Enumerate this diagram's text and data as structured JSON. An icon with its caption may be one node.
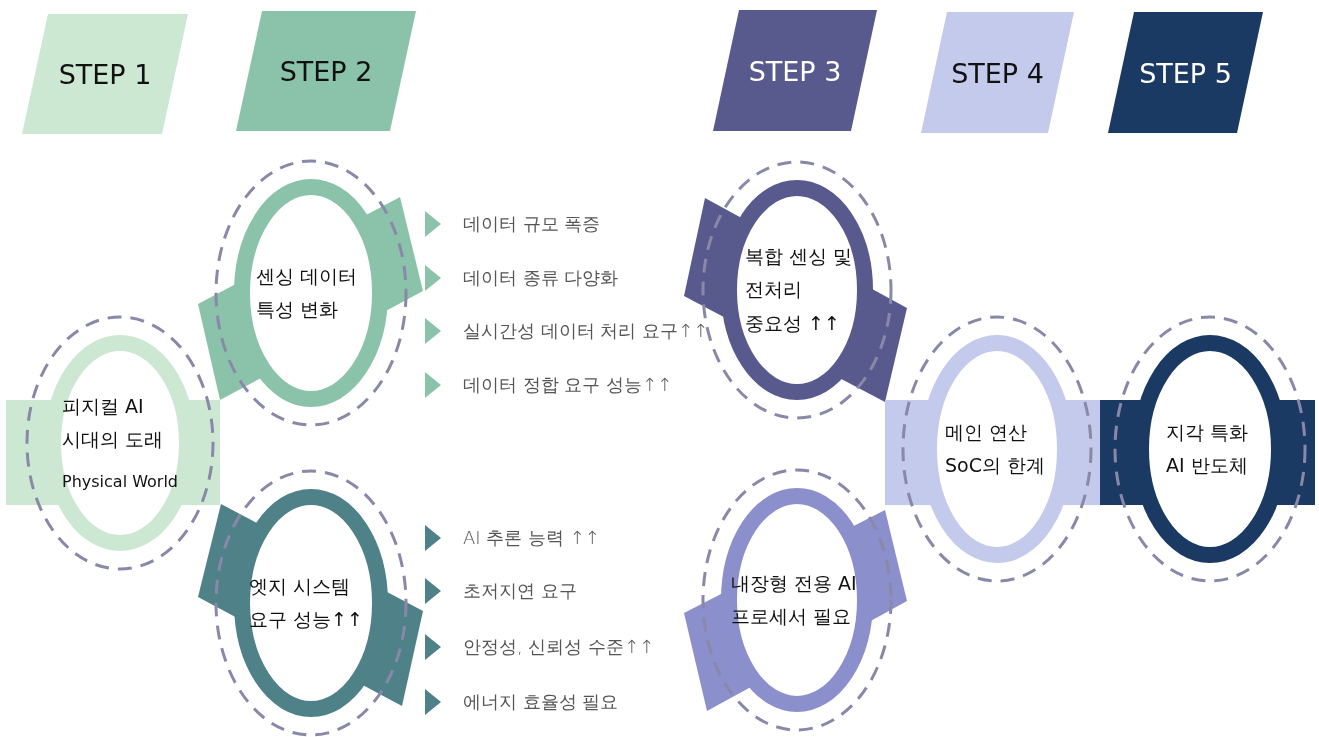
{
  "diagram": {
    "nodes": [
      {
        "text": [
          "STEP 1"
        ]
      },
      {
        "text": [
          "STEP 2"
        ]
      },
      {
        "text": [
          "STEP 3"
        ]
      },
      {
        "text": [
          "STEP 4"
        ]
      },
      {
        "text": [
          "STEP 5"
        ]
      },
      {
        "text": [
          "피지컬 AI 시대의 도래",
          "Physical World"
        ]
      },
      {
        "text": [
          "센싱 데이터 특성 변화"
        ]
      },
      {
        "text": [
          "엣지 시스템 요구 성능↑↑"
        ]
      },
      {
        "text": [
          "복합 센싱 및 전처리 중요성 ↑↑"
        ]
      },
      {
        "text": [
          "내장형 전용 AI 프로세서 필요"
        ]
      },
      {
        "text": [
          "메인 연산 SoC의 한계"
        ]
      },
      {
        "text": [
          "지각 특화 AI 반도체"
        ]
      }
    ],
    "labels": [
      "데이터 규모 폭증",
      "데이터 종류 다양화",
      "실시간성 데이터 처리 요구↑↑",
      "데이터 정합 요구 성능↑↑",
      "AI 추론 능력 ↑↑",
      "초저지연 요구",
      "안정성, 신뢰성 수준↑↑",
      "에너지 효율성 필요"
    ]
  }
}
